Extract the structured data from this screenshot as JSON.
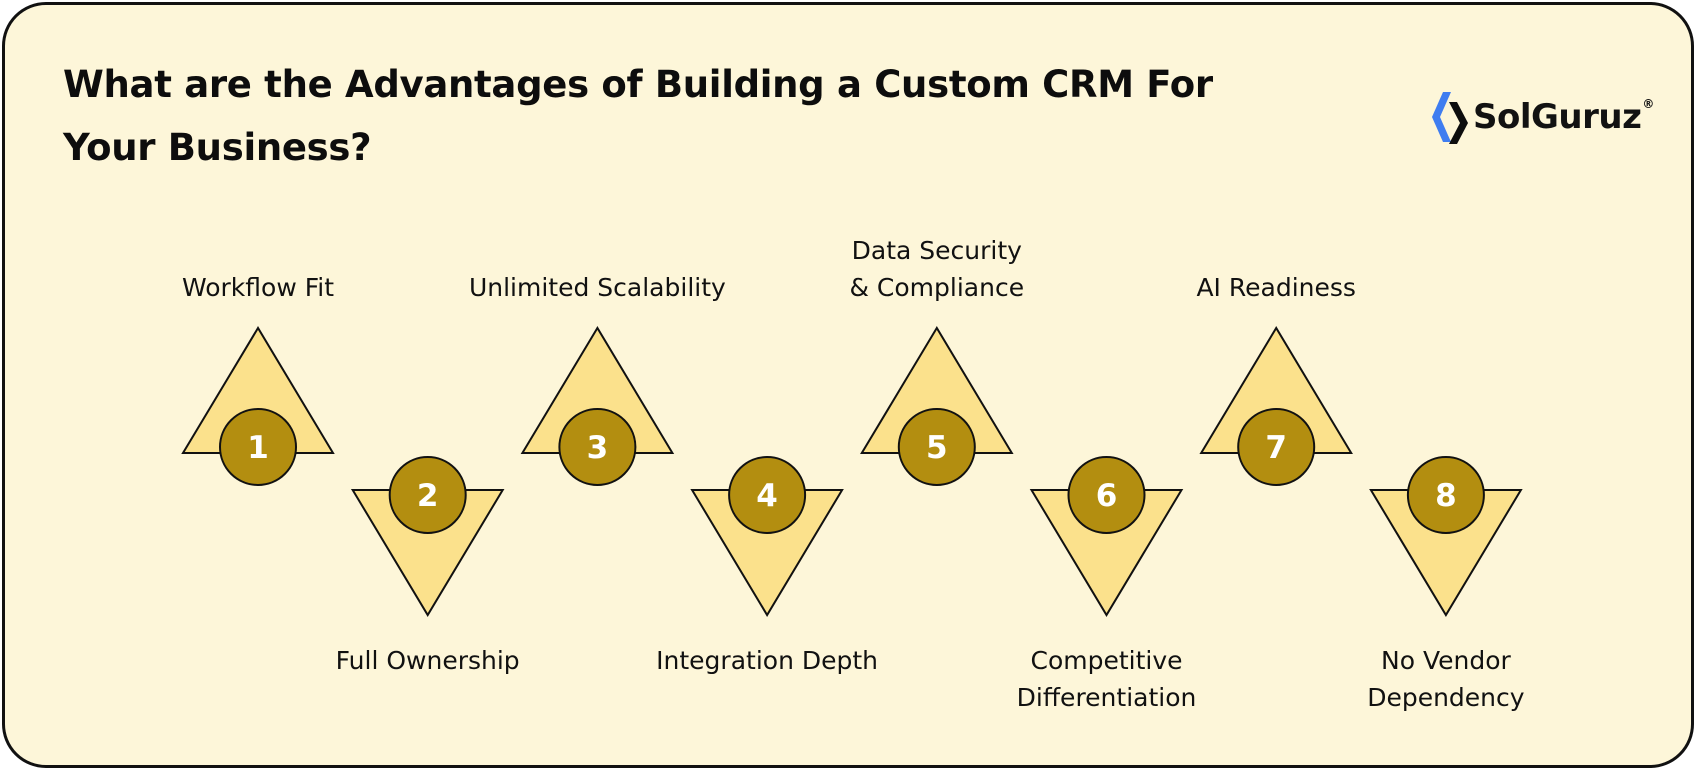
{
  "title": "What are the Advantages of Building a Custom CRM For Your Business?",
  "logo": {
    "icon": "solguruz-chevron-icon",
    "text": "SolGuruz",
    "registered": "®"
  },
  "colors": {
    "background": "#fdf6d9",
    "triangle_fill": "#fbe18c",
    "circle_fill": "#b38e10",
    "outline": "#111111",
    "logo_blue": "#3f7df0",
    "logo_dark": "#0d0d0d"
  },
  "steps": [
    {
      "number": "1",
      "label": "Workflow Fit",
      "orientation": "up"
    },
    {
      "number": "2",
      "label": "Full Ownership",
      "orientation": "down"
    },
    {
      "number": "3",
      "label": "Unlimited Scalability",
      "orientation": "up"
    },
    {
      "number": "4",
      "label": "Integration Depth",
      "orientation": "down"
    },
    {
      "number": "5",
      "label": "Data Security\n& Compliance",
      "orientation": "up"
    },
    {
      "number": "6",
      "label": "Competitive\nDifferentiation",
      "orientation": "down"
    },
    {
      "number": "7",
      "label": "AI Readiness",
      "orientation": "up"
    },
    {
      "number": "8",
      "label": "No Vendor\nDependency",
      "orientation": "down"
    }
  ]
}
